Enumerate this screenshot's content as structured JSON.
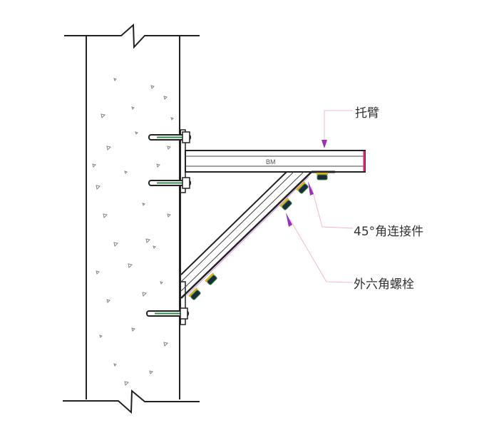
{
  "diagram": {
    "title": "Cantilever bracket anchored to concrete wall",
    "labels": {
      "bracket_arm": "托臂",
      "connector_45": "45°角连接件",
      "hex_bolt": "外六角螺栓",
      "beam_mark": "BM"
    },
    "colors": {
      "outline": "#222222",
      "leader": "#f2b8d0",
      "arrow": "#9b30b8",
      "bolt_green": "#2f8f4a",
      "connector_yellow": "#e0b020",
      "beam_end": "#e0206a",
      "aggregate": "#777777"
    }
  }
}
